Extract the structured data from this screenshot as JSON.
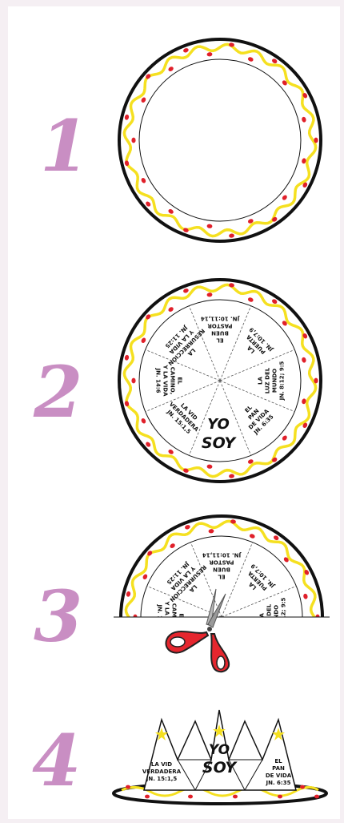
{
  "steps": [
    {
      "number": "1"
    },
    {
      "number": "2"
    },
    {
      "number": "3"
    },
    {
      "number": "4"
    }
  ],
  "center_text": {
    "line1": "YO",
    "line2": "SOY"
  },
  "wedges": [
    {
      "lines": [
        "EL",
        "BUEN",
        "PASTOR",
        "JN. 10:11,14"
      ]
    },
    {
      "lines": [
        "LA",
        "PUERTA",
        "JN. 10:7,9"
      ]
    },
    {
      "lines": [
        "LA",
        "LUZ DEL",
        "MUNDO",
        "JN. 8:12; 9:5"
      ]
    },
    {
      "lines": [
        "EL",
        "PAN",
        "DE VIDA",
        "JN. 6:35"
      ]
    },
    {
      "lines": [
        "LA VID",
        "VERDADERA",
        "JN. 15:1,5"
      ]
    },
    {
      "lines": [
        "EL",
        "CAMINO,",
        "Y LA VIDA",
        "JN. 14:6"
      ]
    },
    {
      "lines": [
        "LA",
        "RESURRECCIÓN",
        "Y LA VIDA",
        "JN. 11:25"
      ]
    }
  ],
  "crown": {
    "left_lines": [
      "LA VID",
      "VERDADERA",
      "JN. 15:1,5"
    ],
    "right_lines": [
      "EL",
      "PAN",
      "DE VIDA",
      "JN. 6:35"
    ],
    "center_line1": "YO",
    "center_line2": "SOY"
  },
  "colors": {
    "yellow": "#f5e020",
    "red": "#e0202a",
    "numeral": "#c98ec3",
    "star": "#f5e020"
  }
}
